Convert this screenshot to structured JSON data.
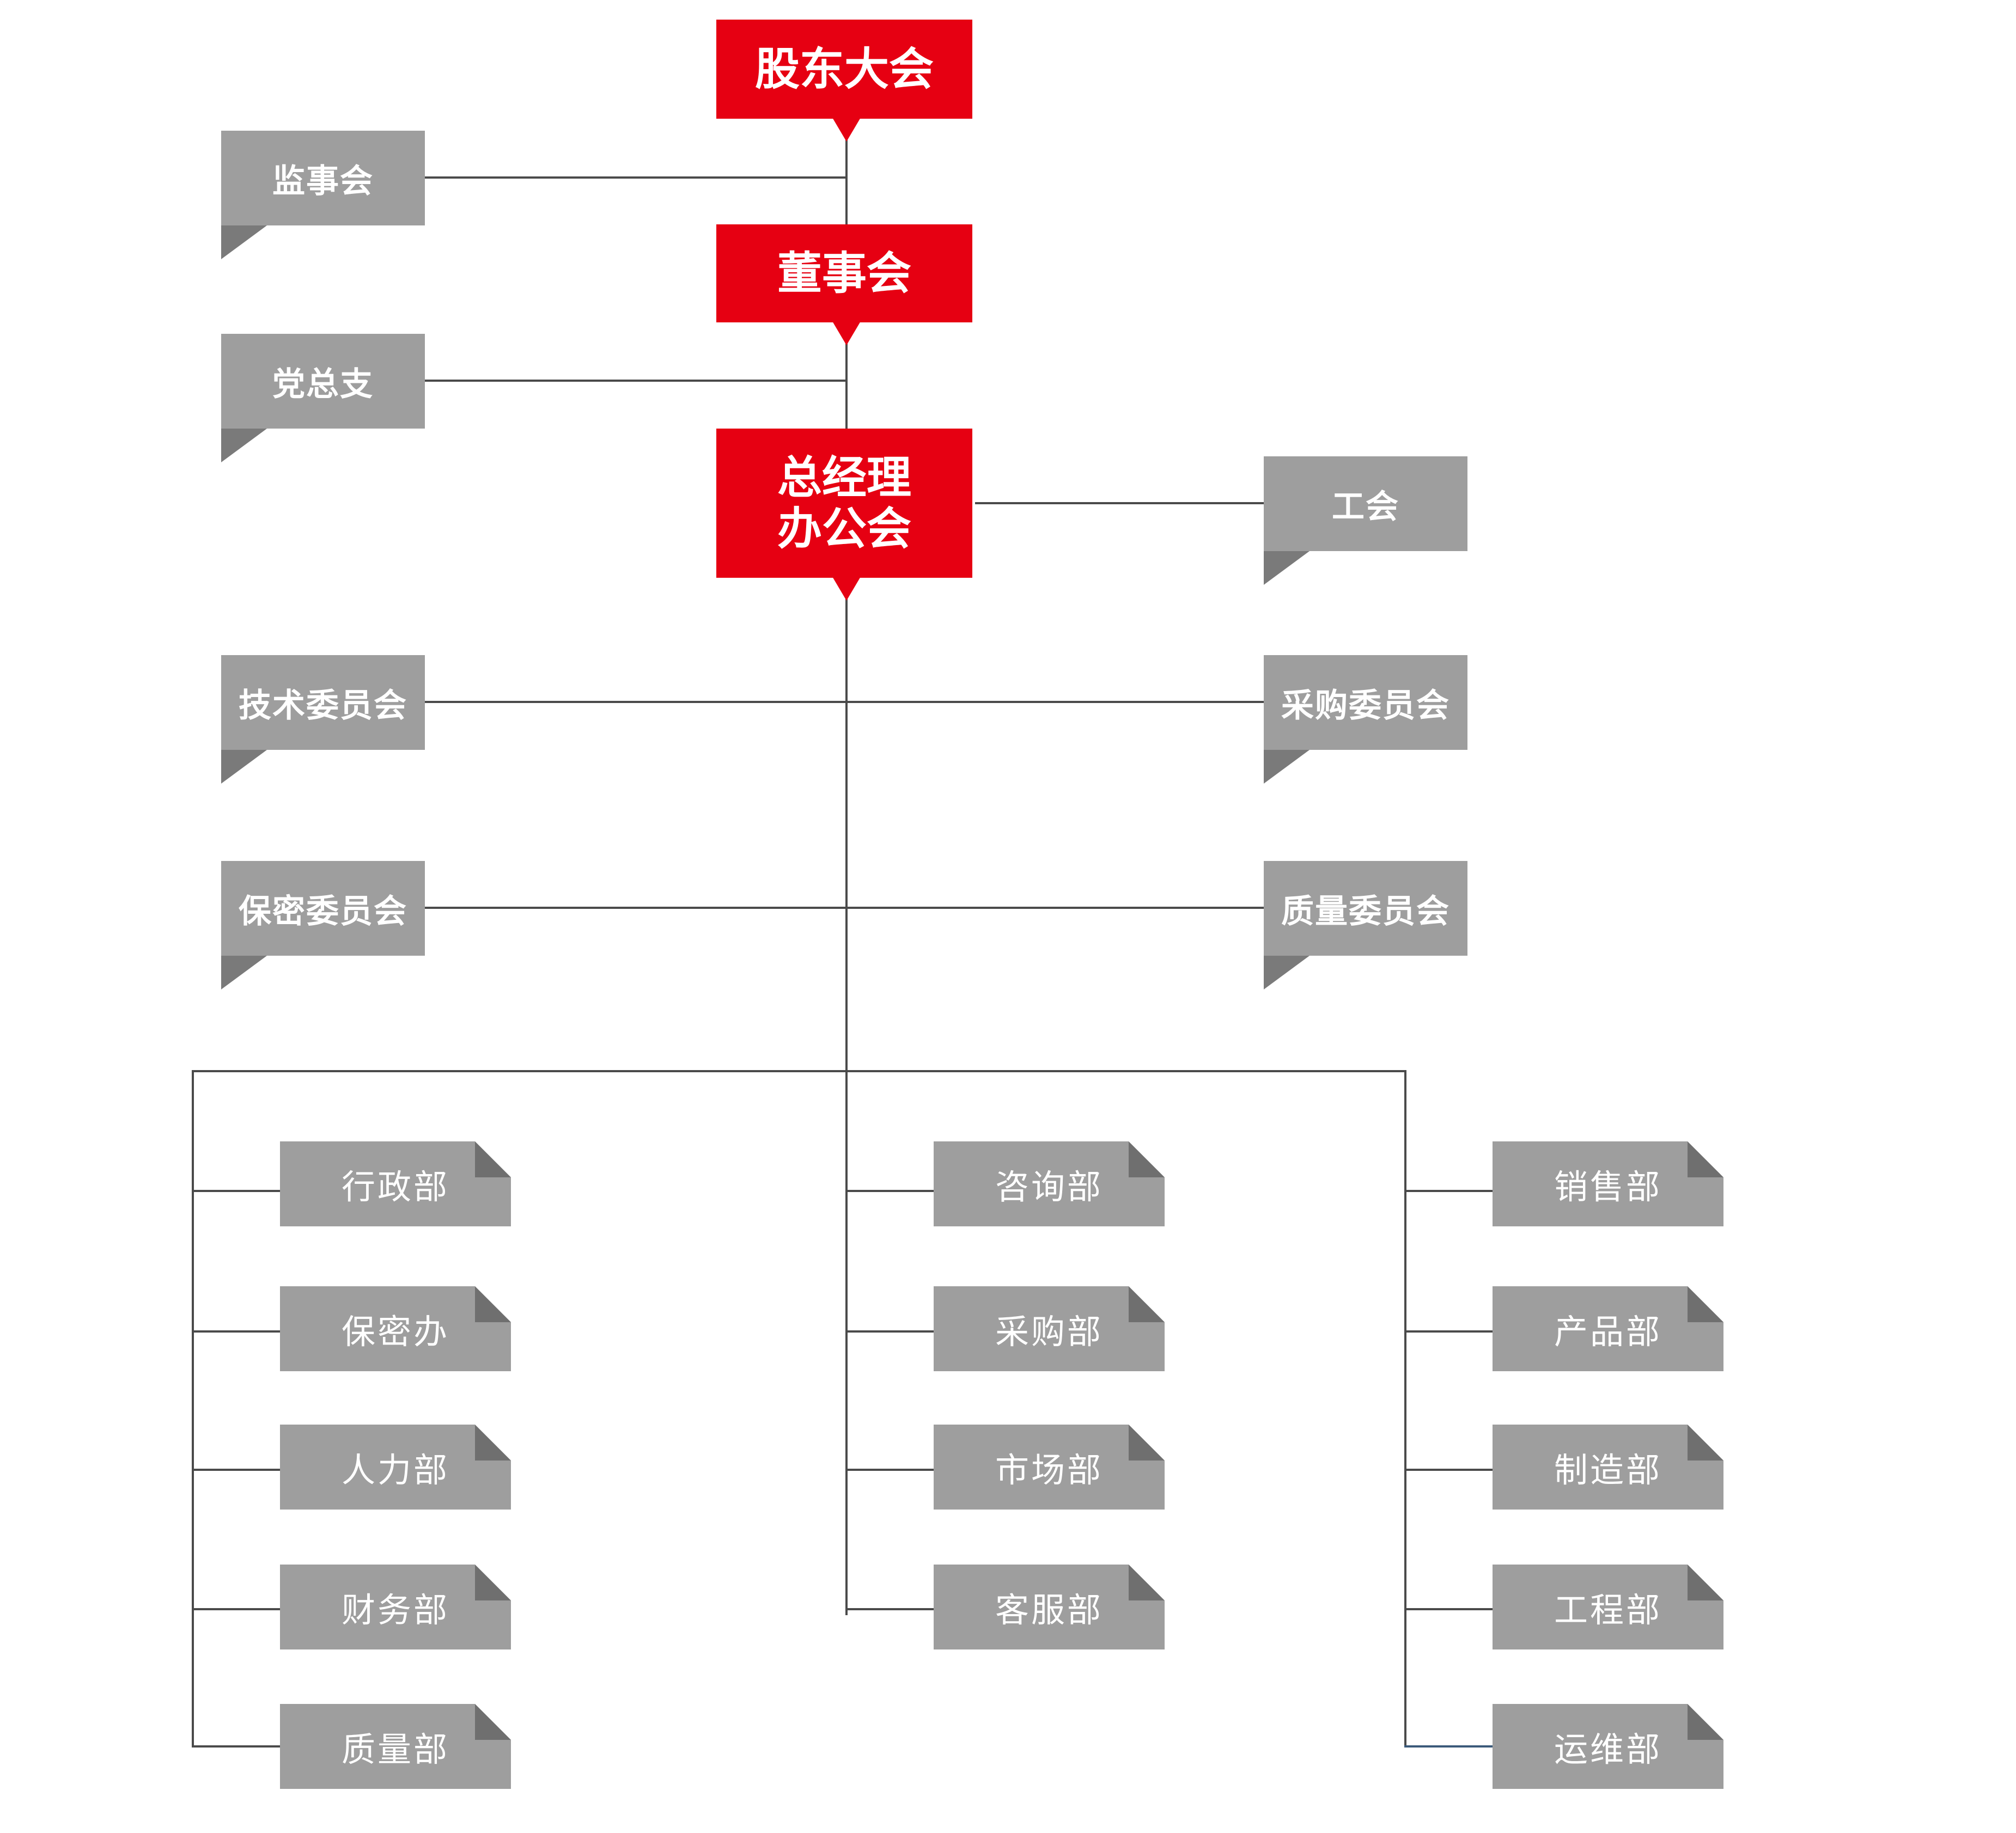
{
  "colors": {
    "accent": "#e60012",
    "box": "#9e9e9e",
    "line": "#4a4a4a"
  },
  "top": {
    "shareholders": "股东大会",
    "board": "董事会",
    "gm_office": "总经理\n办公会"
  },
  "side": {
    "supervisors": "监事会",
    "party": "党总支",
    "union": "工会",
    "tech_committee": "技术委员会",
    "purchase_committee": "采购委员会",
    "secrecy_committee": "保密委员会",
    "quality_committee": "质量委员会"
  },
  "departments": {
    "left": [
      "行政部",
      "保密办",
      "人力部",
      "财务部",
      "质量部"
    ],
    "middle": [
      "咨询部",
      "采购部",
      "市场部",
      "客服部"
    ],
    "right": [
      "销售部",
      "产品部",
      "制造部",
      "工程部",
      "运维部"
    ]
  }
}
